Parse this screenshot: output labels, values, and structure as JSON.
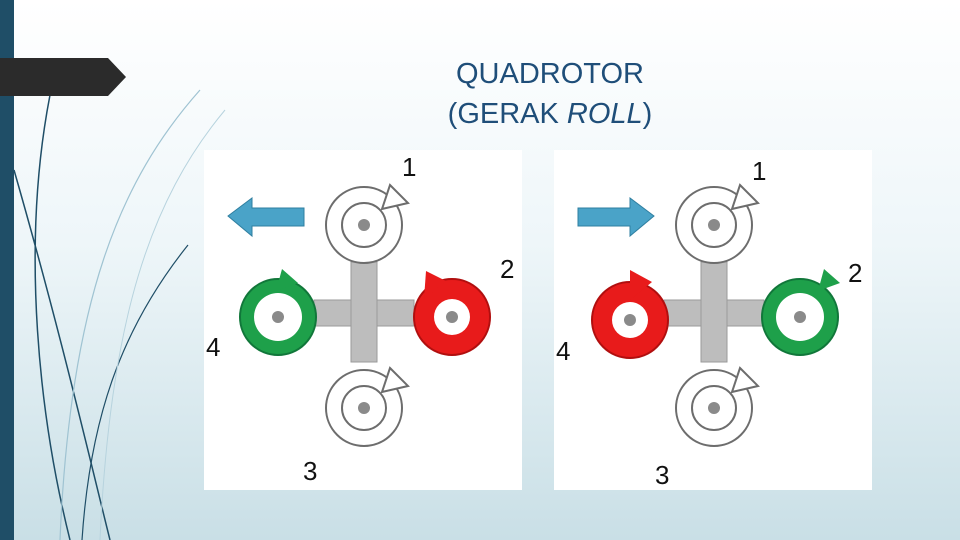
{
  "slide": {
    "title_line1": "QUADROTOR",
    "title_line2_open": "(GERAK ",
    "title_line2_italic": "ROLL",
    "title_line2_close": ")"
  },
  "diagrams": [
    {
      "direction_arrow": "left-arrow",
      "rotors": [
        {
          "label": "1",
          "color": "white"
        },
        {
          "label": "2",
          "color": "red"
        },
        {
          "label": "3",
          "color": "white"
        },
        {
          "label": "4",
          "color": "green"
        }
      ]
    },
    {
      "direction_arrow": "right-arrow",
      "rotors": [
        {
          "label": "1",
          "color": "white"
        },
        {
          "label": "2",
          "color": "green"
        },
        {
          "label": "3",
          "color": "white"
        },
        {
          "label": "4",
          "color": "red"
        }
      ]
    }
  ],
  "colors": {
    "red": "#e81b1b",
    "green": "#1ea04a",
    "white": "#ffffff",
    "arrow_blue": "#4aa3c8",
    "frame_gray": "#bdbdbd",
    "accent_dark": "#1f4e67"
  }
}
